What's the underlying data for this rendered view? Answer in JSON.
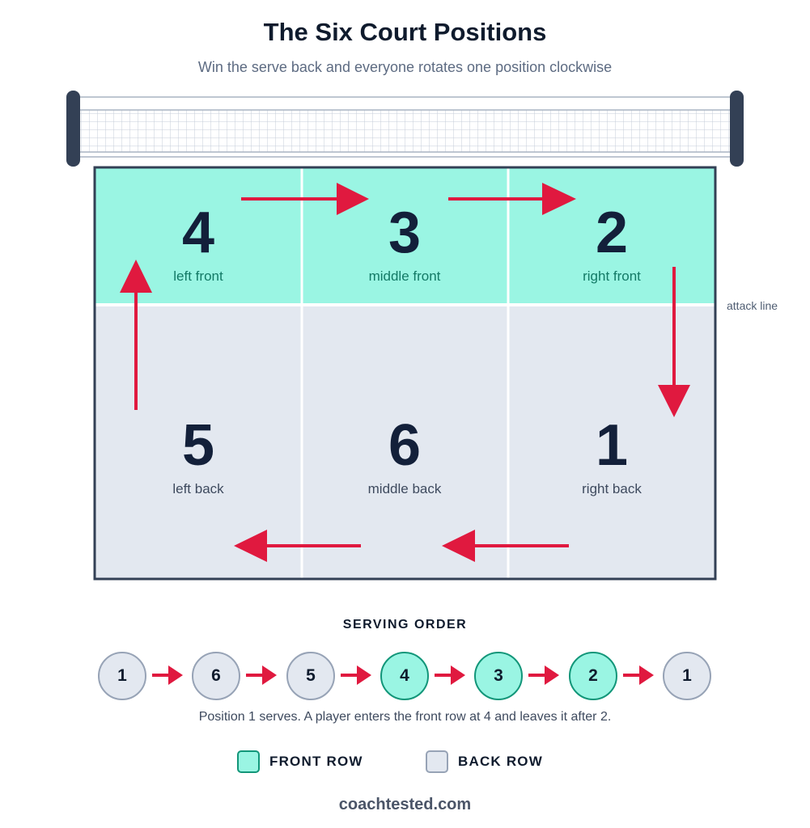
{
  "title": "The Six Court Positions",
  "subtitle": "Win the serve back and everyone rotates one position clockwise",
  "attack_line_label": "attack line",
  "positions": {
    "left_front": {
      "number": "4",
      "label": "left front",
      "row": "front"
    },
    "middle_front": {
      "number": "3",
      "label": "middle front",
      "row": "front"
    },
    "right_front": {
      "number": "2",
      "label": "right front",
      "row": "front"
    },
    "left_back": {
      "number": "5",
      "label": "left back",
      "row": "back"
    },
    "middle_back": {
      "number": "6",
      "label": "middle back",
      "row": "back"
    },
    "right_back": {
      "number": "1",
      "label": "right back",
      "row": "back"
    }
  },
  "serving_order": {
    "title": "SERVING ORDER",
    "sequence": [
      {
        "number": "1",
        "row": "back"
      },
      {
        "number": "6",
        "row": "back"
      },
      {
        "number": "5",
        "row": "back"
      },
      {
        "number": "4",
        "row": "front"
      },
      {
        "number": "3",
        "row": "front"
      },
      {
        "number": "2",
        "row": "front"
      },
      {
        "number": "1",
        "row": "back"
      }
    ],
    "note": "Position 1 serves. A player enters the front row at 4 and leaves it after 2."
  },
  "legend": {
    "front": "FRONT ROW",
    "back": "BACK ROW"
  },
  "colors": {
    "front_fill": "#9af5e3",
    "front_border": "#129679",
    "back_fill": "#e3e8f0",
    "back_border": "#97a3b6",
    "arrow": "#e0193f",
    "court_border": "#334055"
  },
  "footer": "coachtested.com"
}
